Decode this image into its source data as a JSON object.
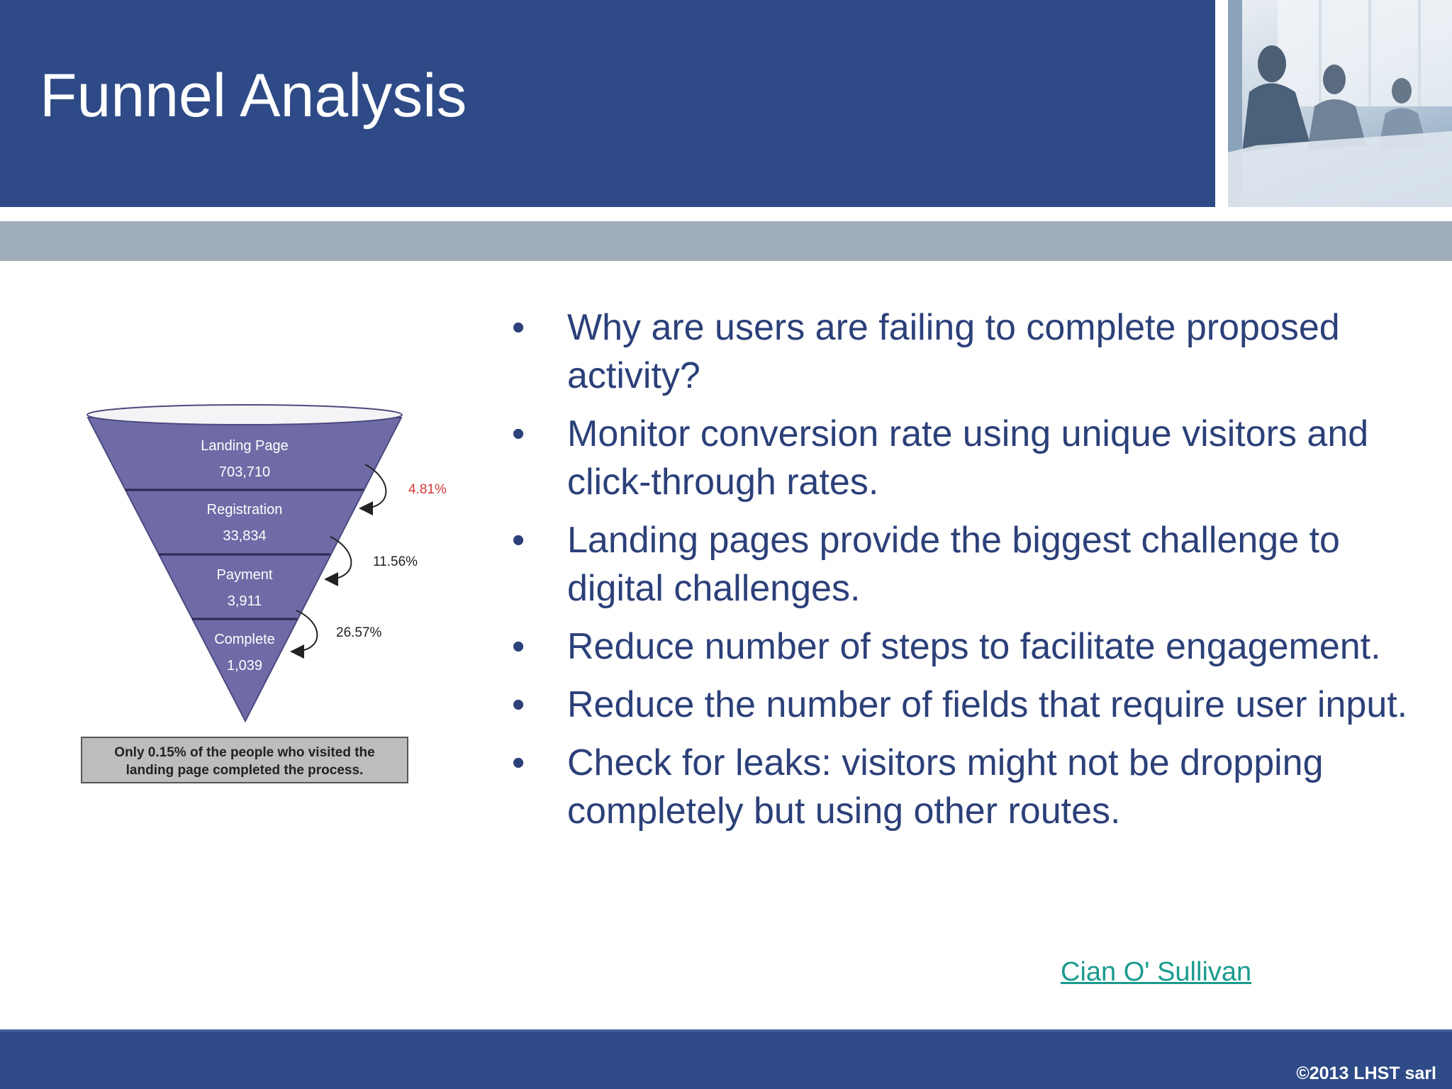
{
  "slide": {
    "title": "Funnel Analysis",
    "bullet_char": "•",
    "bullets": [
      "Why are users are failing to complete proposed activity?",
      "Monitor conversion rate using unique visitors and click-through rates.",
      "Landing pages provide the biggest challenge to digital challenges.",
      "Reduce number of steps to facilitate engagement.",
      "Reduce the number of fields that require user input.",
      "Check for leaks: visitors might not be dropping completely but using other routes."
    ],
    "credit_link": "Cian O' Sullivan",
    "copyright": "©2013 LHST sarl"
  },
  "funnel": {
    "stages": [
      {
        "label": "Landing Page",
        "value": "703,710"
      },
      {
        "label": "Registration",
        "value": "33,834"
      },
      {
        "label": "Payment",
        "value": "3,911"
      },
      {
        "label": "Complete",
        "value": "1,039"
      }
    ],
    "conversion_rates": [
      "4.81%",
      "11.56%",
      "26.57%"
    ],
    "caption_lines": [
      "Only 0.15% of the people who visited the",
      "landing page completed the process."
    ]
  },
  "colors": {
    "header_blue": "#2e4a87",
    "band_gray": "#9eadb9",
    "bullet_text": "#2c4079",
    "link_teal": "#1a9b8e",
    "funnel_fill": "#6e6ba6",
    "highlight_red": "#d23b3b"
  }
}
